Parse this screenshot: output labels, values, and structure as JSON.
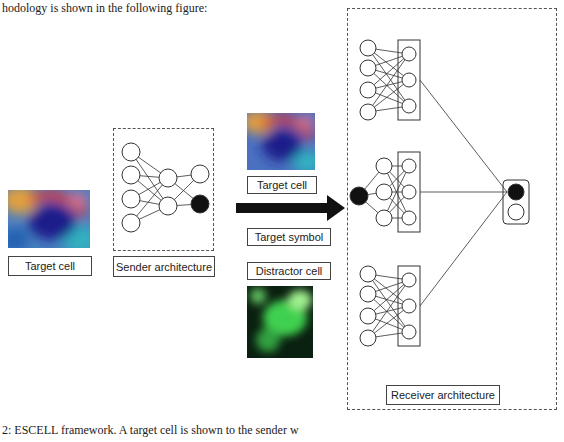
{
  "diagram": {
    "caption": "2: ESCELL framework. A target cell is shown to the sender w",
    "nodes": [
      {
        "text": [
          "Target cell"
        ]
      },
      {
        "text": [
          "Sender architecture"
        ]
      },
      {
        "text": [
          "Target cell"
        ]
      },
      {
        "text": [
          "Distractor cell"
        ]
      },
      {
        "text": [
          "Receiver architecture"
        ]
      }
    ],
    "edges": [
      {
        "from": 1,
        "to": 4,
        "arrow": "to",
        "label": "Target symbol"
      }
    ],
    "labels": [
      "hodology is shown in the following figure:"
    ]
  }
}
